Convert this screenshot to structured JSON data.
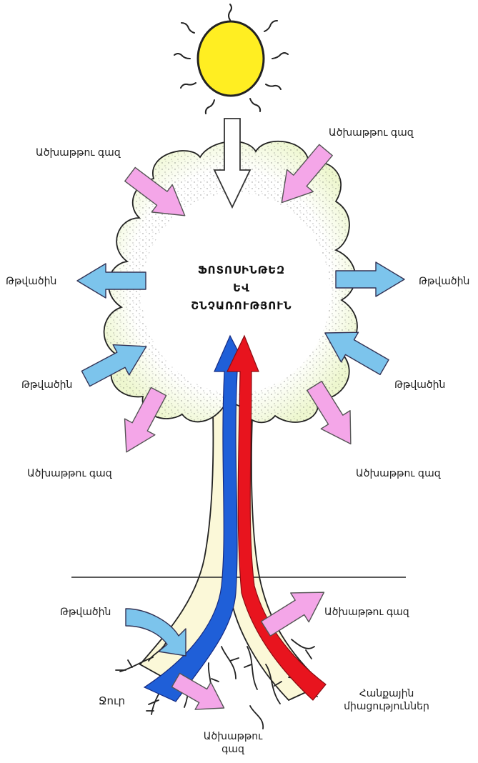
{
  "center_text": {
    "line1": "ՖՈՏՈՍԻՆԹԵԶ",
    "line2": "ԵՎ",
    "line3": "ՇՆՉԱՌՈՒԹՅՈՒՆ"
  },
  "labels": {
    "co2_top_left": "Ածխաթթու գազ",
    "co2_top_right": "Ածխաթթու գազ",
    "oxygen_mid_left": "Թթվածին",
    "oxygen_mid_right": "Թթվածին",
    "oxygen_low_left": "Թթվածին",
    "oxygen_low_right": "Թթվածին",
    "co2_low_left": "Ածխաթթու գազ",
    "co2_low_right": "Ածխաթթու գազ",
    "oxygen_root_left": "Թթվածին",
    "co2_root_right": "Ածխաթթու գազ",
    "water": "Ջուր",
    "minerals_line1": "Հանքային",
    "minerals_line2": "միացություններ",
    "co2_root_bottom_line1": "Ածխաթթու",
    "co2_root_bottom_line2": "գազ"
  },
  "colors": {
    "sun": "#ffee22",
    "co2_arrow": "#f4a6e8",
    "oxygen_arrow": "#7cc4ec",
    "water_flow": "#1f5fd8",
    "mineral_flow": "#e8141e",
    "trunk_light": "#fbf8d8"
  }
}
